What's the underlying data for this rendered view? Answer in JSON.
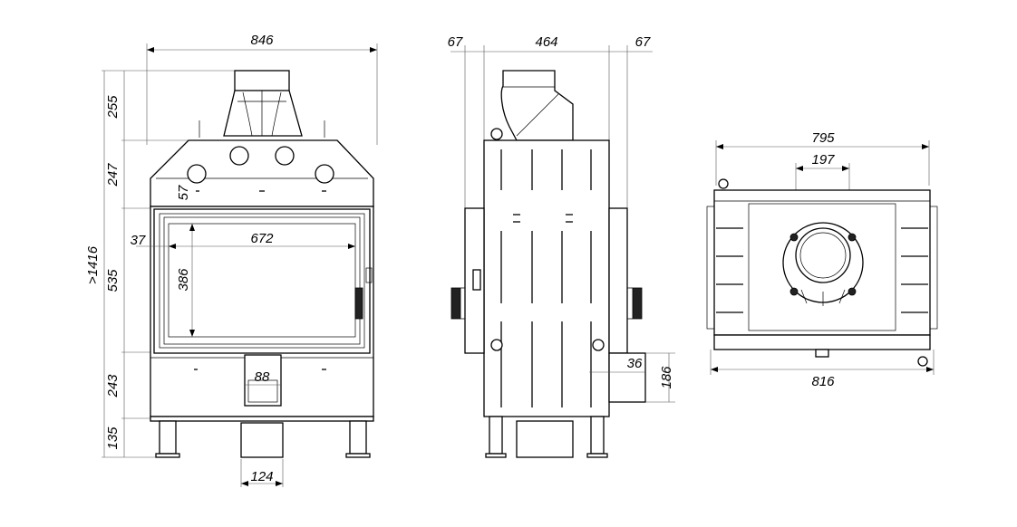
{
  "front_view": {
    "width": "846",
    "heights": [
      "255",
      "247",
      "535",
      "243",
      "135"
    ],
    "total_height": ">1416",
    "glass_width": "672",
    "glass_height": "386",
    "frame_offset_top": "57",
    "frame_offset_side": "37",
    "outlet_width": "88",
    "leg_outlet_width": "124"
  },
  "side_view": {
    "left_projection": "67",
    "depth": "464",
    "right_projection": "67",
    "inlet_width": "36",
    "inlet_height": "186"
  },
  "top_view": {
    "top_width": "795",
    "flue_diameter": "197",
    "bottom_width": "816"
  }
}
